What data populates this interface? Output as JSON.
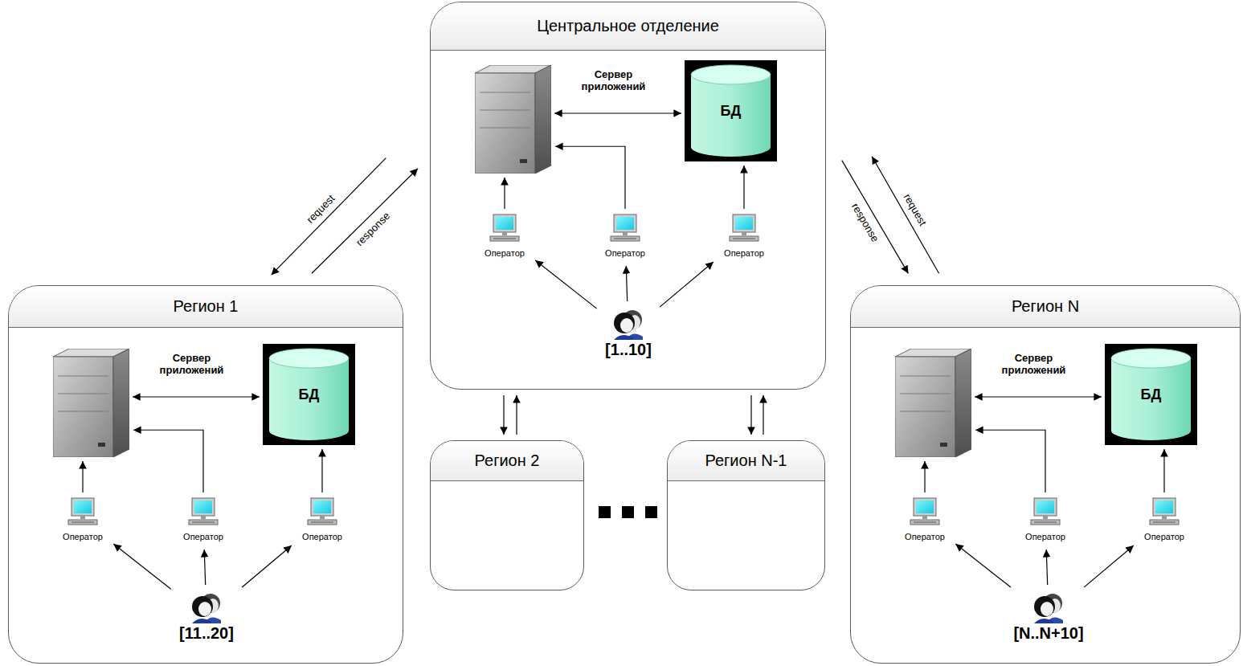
{
  "diagram": {
    "nodes": [
      {
        "text": [
          "Центральное отделение"
        ]
      },
      {
        "text": [
          "Сервер приложений"
        ],
        "in": 0
      },
      {
        "text": [
          "БД"
        ],
        "in": 0
      },
      {
        "text": [
          "Оператор"
        ],
        "in": 0
      },
      {
        "text": [
          "Оператор"
        ],
        "in": 0
      },
      {
        "text": [
          "Оператор"
        ],
        "in": 0
      },
      {
        "text": [
          "[1..10]"
        ],
        "in": 0
      },
      {
        "text": [
          "Регион 1"
        ]
      },
      {
        "text": [
          "Сервер приложений"
        ],
        "in": 7
      },
      {
        "text": [
          "БД"
        ],
        "in": 7
      },
      {
        "text": [
          "Оператор"
        ],
        "in": 7
      },
      {
        "text": [
          "Оператор"
        ],
        "in": 7
      },
      {
        "text": [
          "Оператор"
        ],
        "in": 7
      },
      {
        "text": [
          "[11..20]"
        ],
        "in": 7
      },
      {
        "text": [
          "Регион 2"
        ]
      },
      {
        "text": [
          "Регион N-1"
        ]
      },
      {
        "text": [
          "Регион N"
        ]
      },
      {
        "text": [
          "Сервер приложений"
        ],
        "in": 16
      },
      {
        "text": [
          "БД"
        ],
        "in": 16
      },
      {
        "text": [
          "Оператор"
        ],
        "in": 16
      },
      {
        "text": [
          "Оператор"
        ],
        "in": 16
      },
      {
        "text": [
          "Оператор"
        ],
        "in": 16
      },
      {
        "text": [
          "[N..N+10]"
        ],
        "in": 16
      }
    ],
    "edges": [
      {
        "from": 1,
        "to": 2,
        "arrow": "both"
      },
      {
        "from": 3,
        "to": 1,
        "arrow": "to"
      },
      {
        "from": 4,
        "to": 1,
        "arrow": "to"
      },
      {
        "from": 5,
        "to": 2,
        "arrow": "to"
      },
      {
        "from": 6,
        "to": 3,
        "arrow": "to"
      },
      {
        "from": 6,
        "to": 4,
        "arrow": "to"
      },
      {
        "from": 6,
        "to": 5,
        "arrow": "to"
      },
      {
        "from": 8,
        "to": 9,
        "arrow": "both"
      },
      {
        "from": 10,
        "to": 8,
        "arrow": "to"
      },
      {
        "from": 11,
        "to": 8,
        "arrow": "to"
      },
      {
        "from": 12,
        "to": 9,
        "arrow": "to"
      },
      {
        "from": 13,
        "to": 10,
        "arrow": "to"
      },
      {
        "from": 13,
        "to": 11,
        "arrow": "to"
      },
      {
        "from": 13,
        "to": 12,
        "arrow": "to"
      },
      {
        "from": 17,
        "to": 18,
        "arrow": "both"
      },
      {
        "from": 19,
        "to": 17,
        "arrow": "to"
      },
      {
        "from": 20,
        "to": 17,
        "arrow": "to"
      },
      {
        "from": 21,
        "to": 18,
        "arrow": "to"
      },
      {
        "from": 22,
        "to": 19,
        "arrow": "to"
      },
      {
        "from": 22,
        "to": 20,
        "arrow": "to"
      },
      {
        "from": 22,
        "to": 21,
        "arrow": "to"
      },
      {
        "from": 0,
        "to": 7,
        "label": "request",
        "arrow": "to"
      },
      {
        "from": 7,
        "to": 0,
        "label": "response",
        "arrow": "to"
      },
      {
        "from": 0,
        "to": 14,
        "arrow": "to"
      },
      {
        "from": 14,
        "to": 0,
        "arrow": "to"
      },
      {
        "from": 0,
        "to": 15,
        "arrow": "to"
      },
      {
        "from": 15,
        "to": 0,
        "arrow": "to"
      },
      {
        "from": 16,
        "to": 0,
        "label": "request",
        "arrow": "to"
      },
      {
        "from": 0,
        "to": 16,
        "label": "response",
        "arrow": "to"
      }
    ]
  }
}
